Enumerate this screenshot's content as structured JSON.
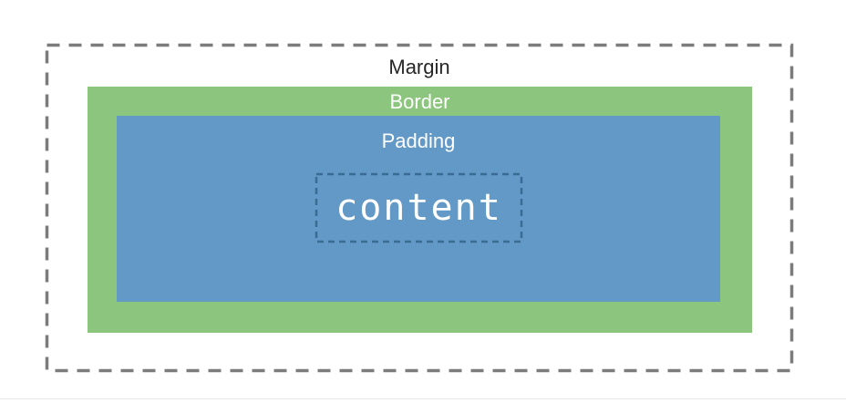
{
  "diagram": {
    "type": "css-box-model",
    "margin": {
      "label": "Margin"
    },
    "border": {
      "label": "Border"
    },
    "padding": {
      "label": "Padding"
    },
    "content": {
      "label": "content"
    },
    "colors": {
      "background": "#ffffff",
      "margin_dash": "#7c7c7c",
      "margin_text": "#262626",
      "border_fill": "#8cc57e",
      "padding_fill": "#6399c7",
      "content_dash": "#3a6b92",
      "inner_label_text": "#ffffff"
    }
  }
}
